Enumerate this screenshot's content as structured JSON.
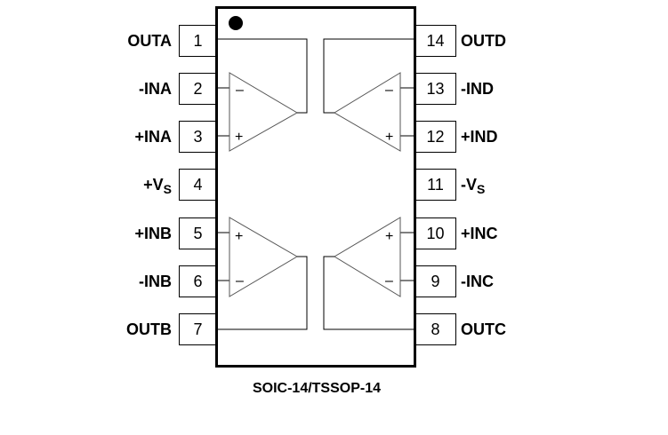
{
  "package_name": "SOIC-14/TSSOP-14",
  "pins_left": [
    {
      "number": "1",
      "label": "OUTA"
    },
    {
      "number": "2",
      "label": "-INA"
    },
    {
      "number": "3",
      "label": "+INA"
    },
    {
      "number": "4",
      "label": "+V",
      "sub": "S"
    },
    {
      "number": "5",
      "label": "+INB"
    },
    {
      "number": "6",
      "label": "-INB"
    },
    {
      "number": "7",
      "label": "OUTB"
    }
  ],
  "pins_right": [
    {
      "number": "14",
      "label": "OUTD"
    },
    {
      "number": "13",
      "label": "-IND"
    },
    {
      "number": "12",
      "label": "+IND"
    },
    {
      "number": "11",
      "label": "-V",
      "sub": "S"
    },
    {
      "number": "10",
      "label": "+INC"
    },
    {
      "number": "9",
      "label": "-INC"
    },
    {
      "number": "8",
      "label": "OUTC"
    }
  ],
  "amplifiers": [
    {
      "name": "A",
      "top_sign": "–",
      "bottom_sign": "+"
    },
    {
      "name": "D",
      "top_sign": "–",
      "bottom_sign": "+"
    },
    {
      "name": "B",
      "top_sign": "+",
      "bottom_sign": "–"
    },
    {
      "name": "C",
      "top_sign": "+",
      "bottom_sign": "–"
    }
  ]
}
